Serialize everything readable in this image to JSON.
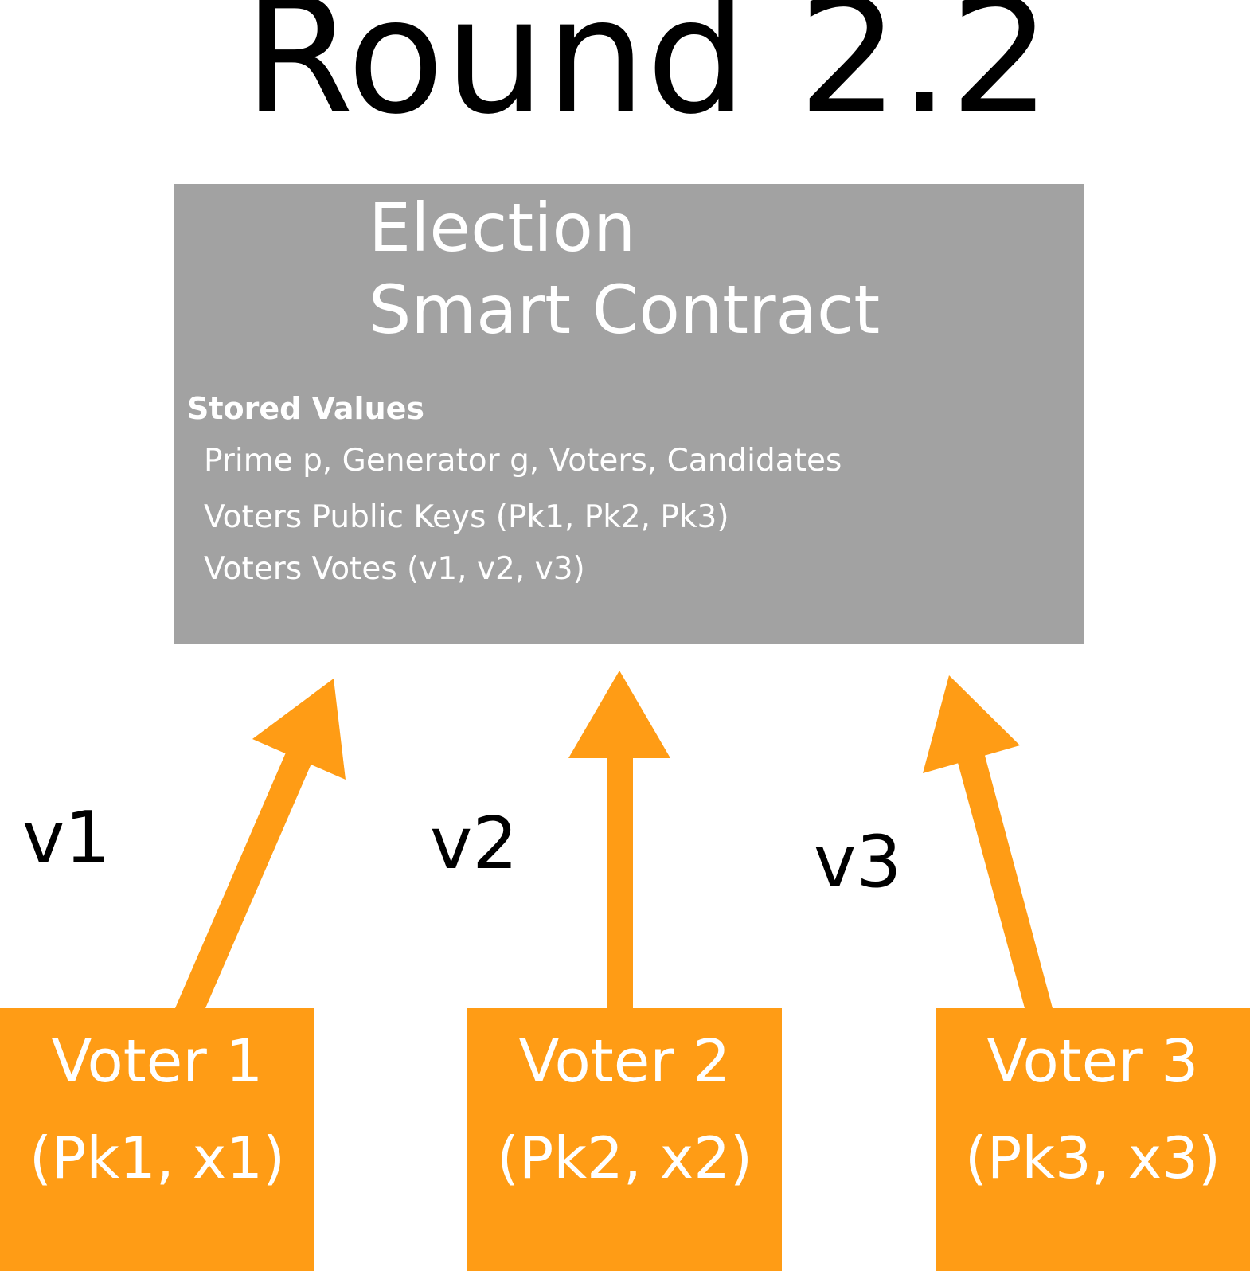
{
  "title": "Round 2.2",
  "contract": {
    "title_line1": "Election",
    "title_line2": "Smart Contract",
    "stored_heading": "Stored Values",
    "stored_items": [
      "Prime p, Generator g, Voters, Candidates",
      "Voters Public Keys (Pk1, Pk2, Pk3)",
      "Voters Votes (v1, v2, v3)"
    ]
  },
  "votes": [
    "v1",
    "v2",
    "v3"
  ],
  "voters": [
    {
      "name": "Voter 1",
      "keys": "(Pk1, x1)"
    },
    {
      "name": "Voter 2",
      "keys": "(Pk2, x2)"
    },
    {
      "name": "Voter 3",
      "keys": "(Pk3, x3)"
    }
  ],
  "colors": {
    "contract_fill": "#a2a2a2",
    "voter_fill": "#ff9c15",
    "arrow_fill": "#ff9c15",
    "text_on_fill": "#ffffff"
  }
}
